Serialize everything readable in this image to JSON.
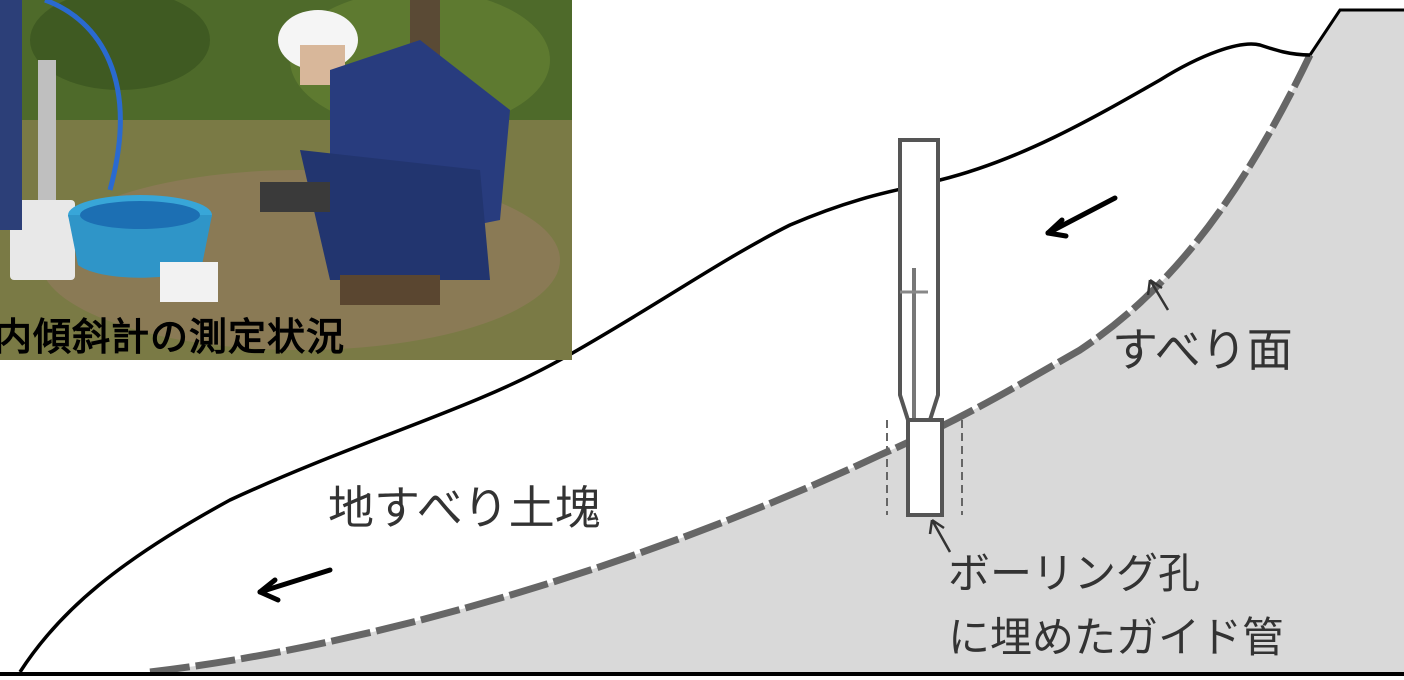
{
  "photo": {
    "caption": "内傾斜計の測定状況",
    "description_icon": "photo-icon"
  },
  "diagram": {
    "landslide_mass_label": "地すべり土塊",
    "slip_surface_label": "すべり面",
    "borehole_label_line1": "ボーリング孔",
    "borehole_label_line2": "に埋めたガイド管",
    "colors": {
      "bedrock_fill": "#d9d9d9",
      "slip_surface_stroke": "#666666",
      "outline": "#000000"
    }
  }
}
